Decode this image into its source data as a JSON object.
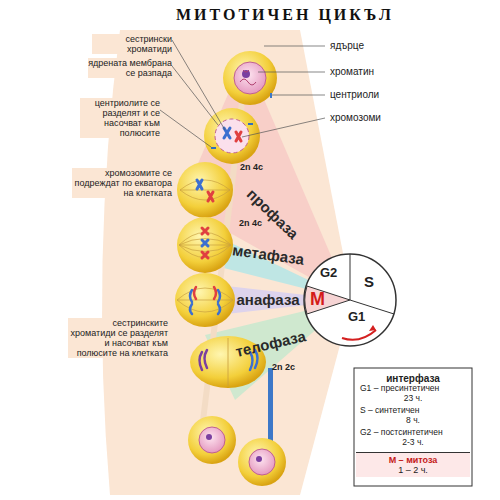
{
  "diagram": {
    "title": "МИТОТИЧЕН ЦИКЪЛ",
    "nodes": [
      {
        "text": [
          "профаза"
        ]
      },
      {
        "text": [
          "метафаза"
        ]
      },
      {
        "text": [
          "анафаза"
        ]
      },
      {
        "text": [
          "телофаза"
        ]
      },
      {
        "text": [
          "M",
          "G2",
          "S",
          "G1"
        ]
      },
      {
        "text": [
          "интерфаза",
          "G1 – пресинтетичен",
          "23 ч.",
          "S – синтетичен",
          "8 ч.",
          "G2 – постсинтетичен",
          "2-3 ч."
        ]
      },
      {
        "text": [
          "M – митоза",
          "1 – 2 ч."
        ]
      }
    ],
    "labels": [
      "сестрински хроматиди",
      "ядрената мембрана се разпада",
      "центриолите се разделят и се насочват към полюсите",
      "хромозомите се подреждат по екватора на клетката",
      "сестринските хроматиди се разделят и насочват към полюсите на клетката",
      "ядърце",
      "хроматин",
      "центриоли",
      "хромозоми",
      "2n 4c",
      "2n 4c",
      "2n 2c"
    ]
  }
}
